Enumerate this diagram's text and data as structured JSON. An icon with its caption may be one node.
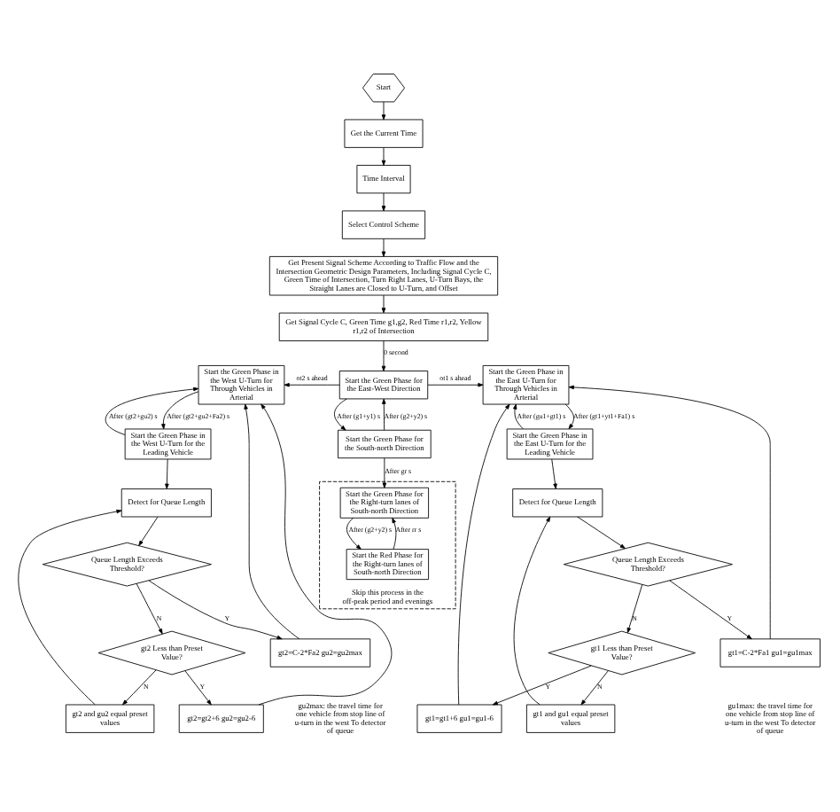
{
  "diagram": {
    "nodes": [
      {
        "text": [
          "Start"
        ]
      },
      {
        "text": [
          "Get the Current Time"
        ]
      },
      {
        "text": [
          "Time Interval"
        ]
      },
      {
        "text": [
          "Select Control Scheme"
        ]
      },
      {
        "text": [
          "Get Present Signal Scheme According to Traffic Flow and the Intersection Geometric Design Parameters, Including Signal Cycle C, Green Time of Intersection, Turn Right Lanes, U-Turn Bays, the Straight Lanes are Closed to U-Turn, and Offset"
        ]
      },
      {
        "text": [
          "Get Signal Cycle C, Green Time g1,g2, Red Time r1,r2, Yellow r1,r2 of Intersection"
        ]
      },
      {
        "text": [
          "Start the Green Phase in the West U-Turn for Through Vehicles in Arterial"
        ]
      },
      {
        "text": [
          "Start the Green Phase for the East-West Direction"
        ]
      },
      {
        "text": [
          "Start the Green Phase in the East U-Turn for Through Vehicles in Arterial"
        ]
      },
      {
        "text": [
          "Start the Green Phase in the West U-Turn for the Leading Vehicle"
        ]
      },
      {
        "text": [
          "Start the Green Phase for the South-north Direction"
        ]
      },
      {
        "text": [
          "Start the Green Phase in the East U-Turn for the Leading Vehicle"
        ]
      },
      {
        "text": [
          "Detect for Queue Length"
        ]
      },
      {
        "text": [
          "Skip this process in the off-peak period and evenings"
        ]
      },
      {
        "text": [
          "Start the Green Phase for the Right-turn lanes of South-north Direction"
        ],
        "in": 13
      },
      {
        "text": [
          "Start the Red Phase for the Right-turn lanes of South-north Direction"
        ],
        "in": 13
      },
      {
        "text": [
          "Detect for Queue Length"
        ]
      },
      {
        "text": [
          "Queue Length Exceeds Threshold?"
        ]
      },
      {
        "text": [
          "gt2=C-2*Fa2 gu2=gu2max"
        ]
      },
      {
        "text": [
          "gt2 Less than Preset Value?"
        ]
      },
      {
        "text": [
          "gt2=gt2+6 gu2=gu2-6"
        ]
      },
      {
        "text": [
          "gt2 and gu2 equal preset values"
        ]
      },
      {
        "text": [
          "Queue Length Exceeds Threshold?"
        ]
      },
      {
        "text": [
          "gt1=C-2*Fa1 gu1=gu1max"
        ]
      },
      {
        "text": [
          "gt1 Less than Preset Value?"
        ]
      },
      {
        "text": [
          "gt1=gt1+6 gu1=gu1-6"
        ]
      },
      {
        "text": [
          "gt1 and gu1 equal preset values"
        ]
      }
    ],
    "edges": [
      {
        "from": 0,
        "to": 1,
        "arrow": "to"
      },
      {
        "from": 1,
        "to": 2,
        "arrow": "to"
      },
      {
        "from": 2,
        "to": 3,
        "arrow": "to"
      },
      {
        "from": 3,
        "to": 4,
        "arrow": "to"
      },
      {
        "from": 4,
        "to": 5,
        "arrow": "to"
      },
      {
        "from": 5,
        "to": 7,
        "arrow": "to",
        "label": "0 second"
      },
      {
        "from": 7,
        "to": 6,
        "arrow": "to",
        "label": "ot2 s ahead"
      },
      {
        "from": 7,
        "to": 8,
        "arrow": "to",
        "label": "ot1 s ahead"
      },
      {
        "from": 6,
        "to": 9,
        "arrow": "to",
        "label": "After (gt2+gu2+Fa2) s"
      },
      {
        "from": 9,
        "to": 6,
        "arrow": "to",
        "label": "After (gt2+gu2) s"
      },
      {
        "from": 7,
        "to": 10,
        "arrow": "to",
        "label": "After (g1+y1) s"
      },
      {
        "from": 10,
        "to": 7,
        "arrow": "to",
        "label": "After (g2+y2) s"
      },
      {
        "from": 8,
        "to": 11,
        "arrow": "to",
        "label": "After (gt1+yt1+Fa1) s"
      },
      {
        "from": 11,
        "to": 8,
        "arrow": "to",
        "label": "After (gu1+gt1) s"
      },
      {
        "from": 9,
        "to": 12,
        "arrow": "to"
      },
      {
        "from": 11,
        "to": 16,
        "arrow": "to"
      },
      {
        "from": 10,
        "to": 14,
        "arrow": "to",
        "label": "After gr s"
      },
      {
        "from": 14,
        "to": 15,
        "arrow": "to",
        "label": "After (g2+y2) s"
      },
      {
        "from": 15,
        "to": 14,
        "arrow": "to",
        "label": "After rr s"
      },
      {
        "from": 12,
        "to": 17,
        "arrow": "to"
      },
      {
        "from": 17,
        "to": 18,
        "arrow": "to",
        "label": "Y"
      },
      {
        "from": 17,
        "to": 19,
        "arrow": "to",
        "label": "N"
      },
      {
        "from": 19,
        "to": 20,
        "arrow": "to",
        "label": "Y"
      },
      {
        "from": 19,
        "to": 21,
        "arrow": "to",
        "label": "N"
      },
      {
        "from": 18,
        "to": 6,
        "arrow": "to"
      },
      {
        "from": 20,
        "to": 6,
        "arrow": "to"
      },
      {
        "from": 21,
        "to": 12,
        "arrow": "to"
      },
      {
        "from": 16,
        "to": 22,
        "arrow": "to"
      },
      {
        "from": 22,
        "to": 23,
        "arrow": "to",
        "label": "Y"
      },
      {
        "from": 22,
        "to": 24,
        "arrow": "to",
        "label": "N"
      },
      {
        "from": 24,
        "to": 25,
        "arrow": "to",
        "label": "Y"
      },
      {
        "from": 24,
        "to": 26,
        "arrow": "to",
        "label": "N"
      },
      {
        "from": 23,
        "to": 8,
        "arrow": "to"
      },
      {
        "from": 25,
        "to": 8,
        "arrow": "to"
      },
      {
        "from": 26,
        "to": 16,
        "arrow": "to"
      }
    ],
    "labels": [
      "gu2max: the travel time for one vehicle from stop line of u-turn in the west To detector of queue",
      "gu1max: the travel time for one vehicle from stop line of u-turn in the west To detector of queue"
    ]
  }
}
